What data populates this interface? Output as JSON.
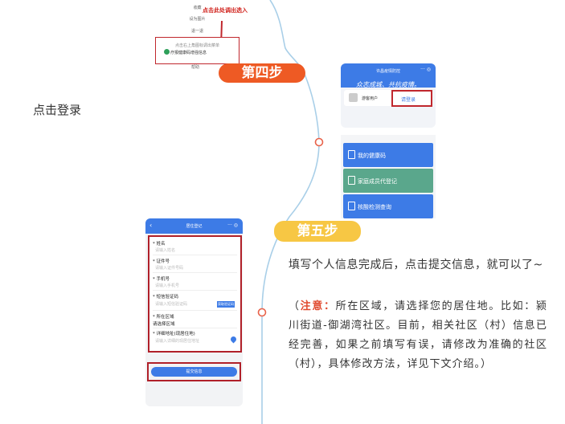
{
  "step3_menu": {
    "items": [
      "收藏",
      "设为图片",
      "退一退"
    ],
    "highlight_hint": "点击右上角图标调出菜单",
    "highlight_item": "疗报健康码增强信息",
    "help": "帮助",
    "red_label": "点击此处调出选入"
  },
  "step4": {
    "badge": "第四步",
    "caption": "点击登录",
    "phone": {
      "title": "许昌疫情防控",
      "slogan": "众志成城、共抗疫情。",
      "user": "游客用户",
      "login": "请登录",
      "dots": "··· ◎",
      "pager": "• •",
      "services": [
        {
          "label": "我的健康码",
          "color": "#3d7be6"
        },
        {
          "label": "家庭成员代登记",
          "color": "#5aa78c"
        },
        {
          "label": "核酸检测查询",
          "color": "#3d7be6"
        }
      ]
    }
  },
  "step5": {
    "badge": "第五步",
    "form": {
      "title": "居住登记",
      "back": "‹",
      "dots": "··· ◎",
      "fields": [
        {
          "label": "* 姓名",
          "placeholder": "请输入姓名"
        },
        {
          "label": "* 证件号",
          "placeholder": "请输入证件号码"
        },
        {
          "label": "* 手机号",
          "placeholder": "请输入手机号"
        },
        {
          "label": "* 短信验证码",
          "placeholder": "请输入短信验证码"
        },
        {
          "label": "* 所在区域",
          "placeholder": "请选择区域"
        },
        {
          "label": "* 详细地址(现居住地)",
          "placeholder": "请输入详细的现居住地址"
        }
      ],
      "get_code": "获取验证码",
      "submit": "提交信息"
    },
    "description": "填写个人信息完成后，点击提交信息，就可以了~",
    "note_prefix": "（",
    "note_em": "注意：",
    "note_body": "所在区域，请选择您的居住地。比如：颍川街道-御湖湾社区。目前，相关社区（村）信息已经完善，如果之前填写有误，请修改为准确的社区（村），具体修改方法，详见下文介绍。）"
  }
}
